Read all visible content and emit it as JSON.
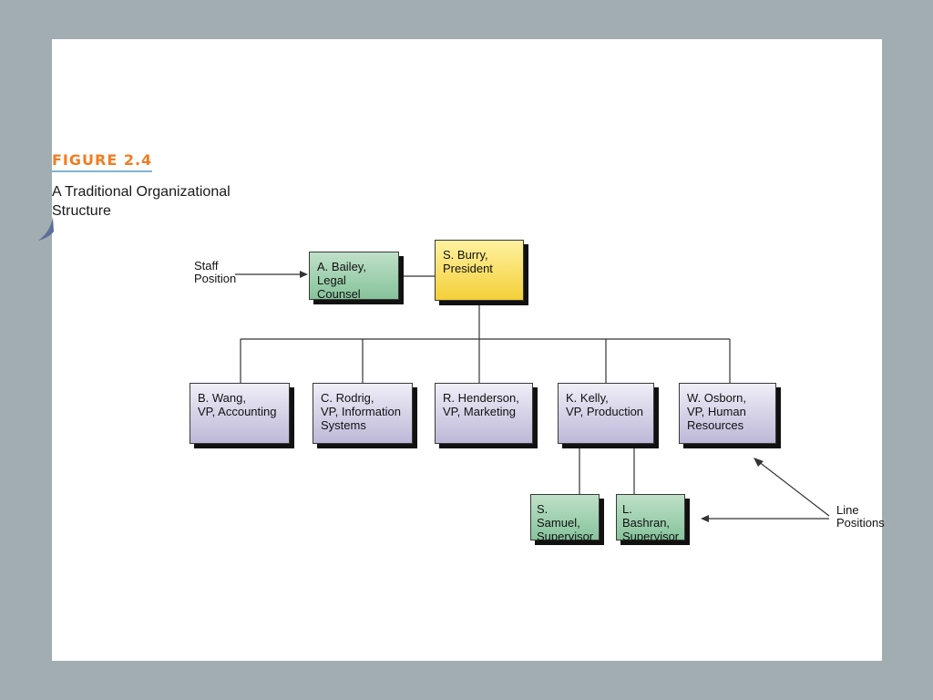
{
  "figure": {
    "label": "FIGURE 2.4",
    "title": "A Traditional Organizational Structure"
  },
  "annotations": {
    "staff": "Staff\nPosition",
    "line": "Line\nPositions"
  },
  "nodes": {
    "president": "S. Burry,\nPresident",
    "legal": "A. Bailey,\nLegal Counsel",
    "wang": "B. Wang,\nVP, Accounting",
    "rodrig": "C. Rodrig,\nVP, Information\nSystems",
    "henderson": "R. Henderson,\nVP, Marketing",
    "kelly": "K. Kelly,\nVP, Production",
    "osborn": "W. Osborn,\nVP, Human\nResources",
    "samuel": "S. Samuel,\nSupervisor",
    "bashran": "L. Bashran,\nSupervisor"
  },
  "colors": {
    "background": "#a2adb1",
    "staff_box": "#9fd0ae",
    "president_box": "#f7d94a",
    "vp_box": "#cfcbe3",
    "supervisor_box": "#9fd0ae",
    "figure_label": "#f47b20"
  }
}
